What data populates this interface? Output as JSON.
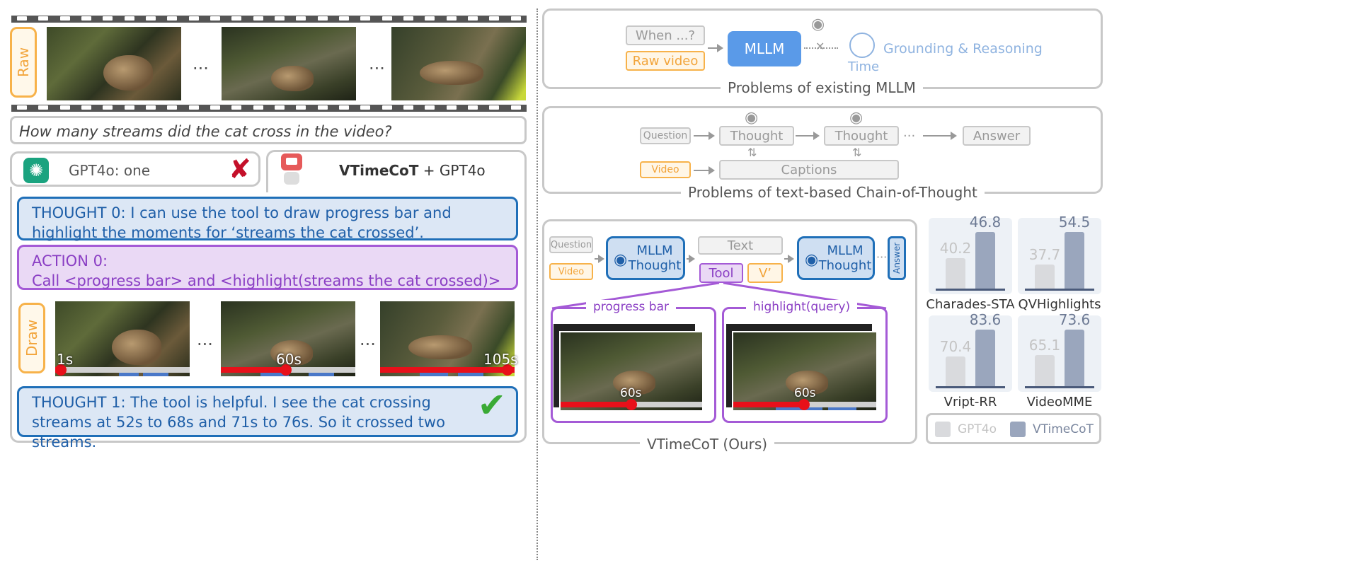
{
  "left": {
    "raw_label": "Raw",
    "ellipsis": "...",
    "question": "How many streams did the cat cross in the video?",
    "gpt_answer": "GPT4o: one",
    "vtimecot_name": "VTimeCoT",
    "vtimecot_suffix": " + GPT4o",
    "thought0": "THOUGHT 0: I can use the tool to draw progress bar and highlight the moments for ‘streams the cat crossed’.",
    "action0_title": "ACTION 0:",
    "action0_text": "Call <progress bar> and <highlight(streams the cat crossed)>",
    "draw_label": "Draw",
    "times": [
      "1s",
      "60s",
      "105s"
    ],
    "thought1": "THOUGHT 1: The tool is helpful. I see the cat crossing streams at 52s to 68s and 71s to 76s. So it crossed two streams."
  },
  "top_right": {
    "when": "When ...?",
    "raw_video": "Raw video",
    "mllm": "MLLM",
    "grounding": "Grounding & Reasoning",
    "time": "Time",
    "caption": "Problems of existing MLLM"
  },
  "mid_right": {
    "question": "Question",
    "thought": "Thought",
    "dots": "···",
    "answer": "Answer",
    "video": "Video",
    "captions": "Captions",
    "caption": "Problems of text-based Chain-of-Thought"
  },
  "bottom_right": {
    "question": "Question",
    "video": "Video",
    "mllm": "MLLM",
    "thought": "Thought",
    "text": "Text",
    "tool": "Tool",
    "vprime": "V’",
    "answer": "Answer",
    "progress_bar": "progress bar",
    "highlight": "highlight(query)",
    "time_label": "60s",
    "caption": "VTimeCoT (Ours)"
  },
  "chart_data": {
    "type": "bar",
    "series": [
      {
        "name": "GPT4o",
        "values": [
          40.2,
          37.7,
          70.4,
          65.1
        ]
      },
      {
        "name": "VTimeCoT",
        "values": [
          46.8,
          54.5,
          83.6,
          73.6
        ]
      }
    ],
    "categories": [
      "Charades-STA",
      "QVHighlights",
      "Vript-RR",
      "VideoMME"
    ],
    "colors": {
      "GPT4o": "#d9dadd",
      "VTimeCoT": "#9aa6bd"
    },
    "legend_position": "bottom"
  },
  "colors": {
    "orange": "#f7b24a",
    "blue": "#1f6fb8",
    "purple": "#a45ad6",
    "red": "#e8101a",
    "green": "#3aaa35"
  }
}
